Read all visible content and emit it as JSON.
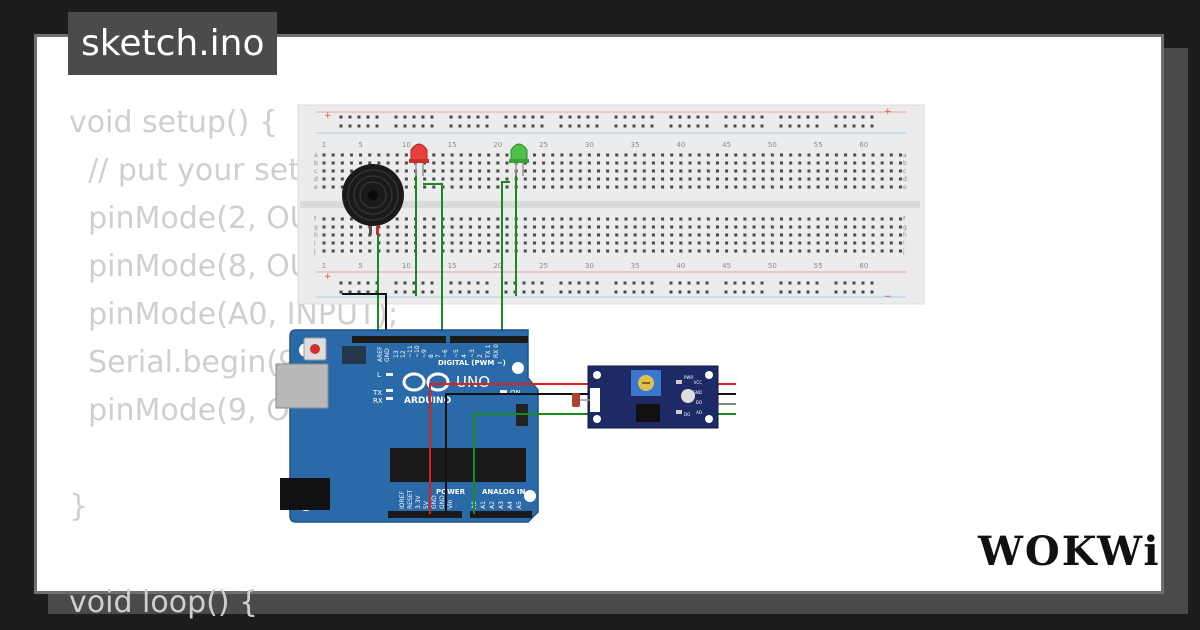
{
  "editor": {
    "filename": "sketch.ino",
    "code_lines": [
      "void setup() {",
      "  // put your setup code here, to run once:",
      "  pinMode(2, OUTPUT);",
      "  pinMode(8, OUTPUT);",
      "  pinMode(A0, INPUT);",
      "  Serial.begin(9600);",
      "  pinMode(9, OUTPUT);",
      "",
      "}",
      "",
      "void loop() {"
    ]
  },
  "breadboard": {
    "column_numbers": [
      "1",
      "5",
      "10",
      "15",
      "20",
      "25",
      "30",
      "35",
      "40",
      "45",
      "50",
      "55",
      "60"
    ],
    "row_letters_top": [
      "a",
      "b",
      "c",
      "d",
      "e"
    ],
    "row_letters_bottom": [
      "f",
      "g",
      "h",
      "i",
      "j"
    ],
    "rail_plus": "+",
    "rail_minus": "−"
  },
  "arduino": {
    "brand": "ARDUINO",
    "model": "UNO",
    "digital_label": "DIGITAL (PWM ~)",
    "power_label": "POWER",
    "analog_label": "ANALOG IN",
    "on_label": "ON",
    "tx_label": "TX",
    "rx_label": "RX",
    "l_label": "L",
    "aref_label": "AREF",
    "gnd_label": "GND",
    "power_pins": [
      "IOREF",
      "RESET",
      "3.3V",
      "5V",
      "GND",
      "GND",
      "Vin"
    ],
    "analog_pins": [
      "A0",
      "A1",
      "A2",
      "A3",
      "A4",
      "A5"
    ],
    "digital_pins": [
      "13",
      "12",
      "~11",
      "~10",
      "~9",
      "8",
      "7",
      "~6",
      "~5",
      "4",
      "~3",
      "2",
      "TX 1",
      "RX 0"
    ]
  },
  "sensor_module": {
    "pin_labels": [
      "VCC",
      "GND",
      "DO",
      "AO"
    ],
    "led_labels": [
      "PWR",
      "DO"
    ]
  },
  "parts": {
    "led_red_color": "#e8403a",
    "led_green_color": "#4fc04a"
  },
  "brand": {
    "logo": "WOKWi"
  },
  "colors": {
    "board_blue": "#2b6aa8",
    "sensor_navy": "#1d2a66",
    "wire_green": "#1a8a1a",
    "wire_red": "#e0201c",
    "wire_black": "#111111"
  }
}
